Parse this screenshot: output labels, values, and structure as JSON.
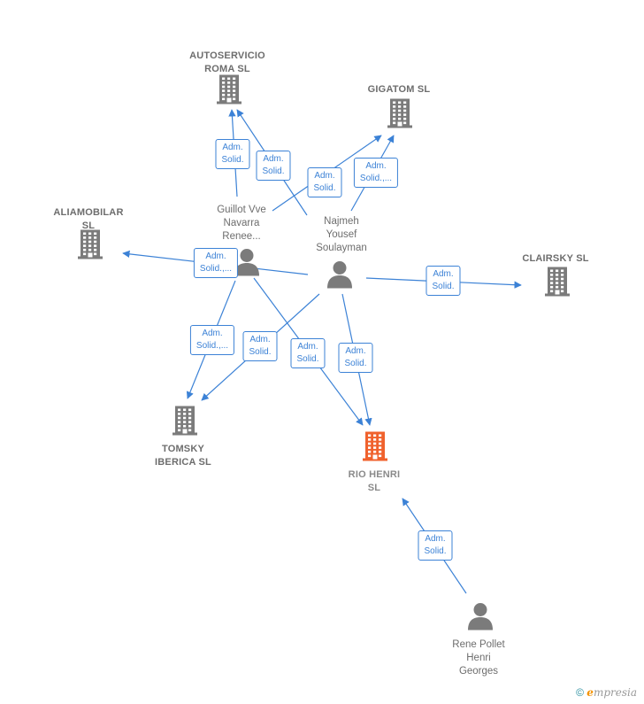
{
  "colors": {
    "edge": "#3c82d6",
    "company": "#7b7b7b",
    "focus_company": "#f0622d",
    "person": "#7b7b7b",
    "label": "#6d6d6d"
  },
  "nodes": {
    "autoservicio": {
      "label": "AUTOSERVICIO\nROMA  SL",
      "kind": "company",
      "icon": "building-icon"
    },
    "gigatom": {
      "label": "GIGATOM  SL",
      "kind": "company",
      "icon": "building-icon"
    },
    "aliamobilar": {
      "label": "ALIAMOBILAR\nSL",
      "kind": "company",
      "icon": "building-icon"
    },
    "clairsky": {
      "label": "CLAIRSKY  SL",
      "kind": "company",
      "icon": "building-icon"
    },
    "tomsky": {
      "label": "TOMSKY\nIBERICA  SL",
      "kind": "company",
      "icon": "building-icon"
    },
    "riohenri": {
      "label": "RIO HENRI\nSL",
      "kind": "focus-company",
      "icon": "building-icon"
    },
    "guillot": {
      "label": "Guillot Vve\nNavarra\nRenee...",
      "kind": "person",
      "icon": "person-icon"
    },
    "najmeh": {
      "label": "Najmeh\nYousef\nSoulayman",
      "kind": "person",
      "icon": "person-icon"
    },
    "rene": {
      "label": "Rene Pollet\nHenri\nGeorges",
      "kind": "person",
      "icon": "person-icon"
    }
  },
  "edge_labels": [
    "Adm.\nSolid.",
    "Adm.\nSolid.",
    "Adm.\nSolid.",
    "Adm.\nSolid.,...",
    "Adm.\nSolid.,...",
    "Adm.\nSolid.",
    "Adm.\nSolid.,...",
    "Adm.\nSolid.",
    "Adm.\nSolid.",
    "Adm.\nSolid.",
    "Adm.\nSolid."
  ],
  "copyright": {
    "symbol": "©",
    "brand_initial": "e",
    "brand_rest": "mpresia"
  }
}
